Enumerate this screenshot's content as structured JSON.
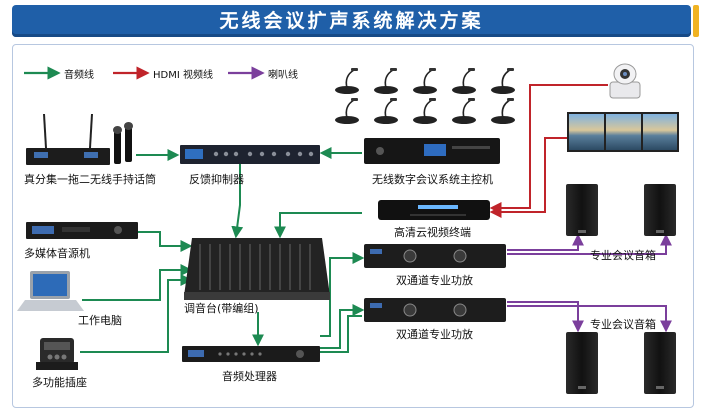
{
  "title": "无线会议扩声系统解决方案",
  "legend": [
    {
      "label": "音频线",
      "color": "#1d8a52"
    },
    {
      "label": "HDMI 视频线",
      "color": "#c0242a"
    },
    {
      "label": "喇叭线",
      "color": "#7b3f9c"
    }
  ],
  "devices": {
    "wireless_mic": "真分集一拖二无线手持话筒",
    "feedback_suppressor": "反馈抑制器",
    "conference_host": "无线数字会议系统主控机",
    "video_terminal": "高清云视频终端",
    "media_source": "多媒体音源机",
    "mixer": "调音台(带编组)",
    "computer": "工作电脑",
    "multi_socket": "多功能插座",
    "processor": "音频处理器",
    "amp_1": "双通道专业功放",
    "amp_2": "双通道专业功放",
    "speakers_top": "专业会议音箱",
    "speakers_bottom": "专业会议音箱"
  },
  "colors": {
    "audio": "#1d8a52",
    "hdmi": "#c0242a",
    "speaker": "#7b3f9c"
  }
}
